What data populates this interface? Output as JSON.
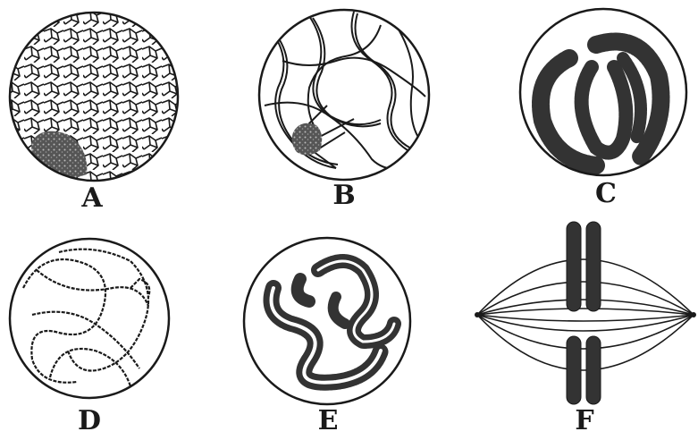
{
  "figure": {
    "ink_color": "#1a1a1a",
    "dark_fill": "#333333",
    "panels": [
      {
        "label": "A"
      },
      {
        "label": "B"
      },
      {
        "label": "C"
      },
      {
        "label": "D"
      },
      {
        "label": "E"
      },
      {
        "label": "F"
      }
    ]
  }
}
